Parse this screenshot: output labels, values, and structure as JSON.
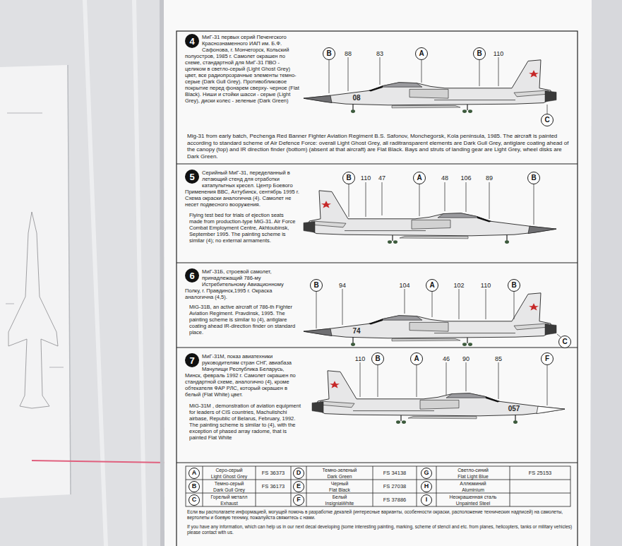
{
  "diagram": {
    "nodes": [
      {
        "text": [
          "4"
        ]
      },
      {
        "text": [
          "B"
        ]
      },
      {
        "text": [
          "A"
        ]
      },
      {
        "text": [
          "B"
        ]
      },
      {
        "text": [
          "C"
        ]
      },
      {
        "text": [
          "5"
        ]
      },
      {
        "text": [
          "B"
        ]
      },
      {
        "text": [
          "A"
        ]
      },
      {
        "text": [
          "B"
        ]
      },
      {
        "text": [
          "6"
        ]
      },
      {
        "text": [
          "B"
        ]
      },
      {
        "text": [
          "A"
        ]
      },
      {
        "text": [
          "B"
        ]
      },
      {
        "text": [
          "C"
        ]
      },
      {
        "text": [
          "7"
        ]
      },
      {
        "text": [
          "B"
        ]
      },
      {
        "text": [
          "A"
        ]
      },
      {
        "text": [
          "F"
        ]
      },
      {
        "text": [
          "A"
        ]
      },
      {
        "text": [
          "D"
        ]
      },
      {
        "text": [
          "G"
        ]
      },
      {
        "text": [
          "B"
        ]
      },
      {
        "text": [
          "E"
        ]
      },
      {
        "text": [
          "H"
        ]
      },
      {
        "text": [
          "C"
        ]
      },
      {
        "text": [
          "F"
        ]
      },
      {
        "text": [
          "I"
        ]
      }
    ],
    "labels": [
      "МиГ-31 первых серий Печенгского Краснознаменного ИАП им. Б.Ф. Сафонова, г. Мончегорск, Кольский полуостров, 1985 г. Самолет окрашен по схеме, стандартной для МиГ-31 ПВО - целиком в светло-серый (Light Ghost Grey) цвет, все радиопрозрачные элементы темно-серые (Dark Gull Grey). Противобликовое покрытие перед фонарем сверху- черное (Flat Black). Ниши и стойки шасси - серые (Light Grey), диски колес - зеленые (Dark Green)",
      "88",
      "83",
      "110",
      "08",
      "Mig-31 from early batch, Pechenga Red Banner Fighter Aviation Regiment B.S. Safonov, Monchegorsk, Kola peninsula, 1985. The aircraft is painted according to standard scheme of Air Defence Force: overall Light Ghost Grey, all raditransparent elements are Dark Gull Grey, antiglare coating ahead of the canopy (top) and IR direction finder (bottom) (absent at that aircraft) are Flat Black. Bays and struts of landing gear are Light Grey, wheel disks are Dark Green.",
      "Серийный МиГ-31, переделанный в летающий стенд для отработки катапультных кресел. Центр Боевого Применения ВВС, Ахтубинск, сентябрь 1995 г. Схема окраски аналогична (4). Самолет не несет подвесного вооружения.",
      "110",
      "47",
      "48",
      "106",
      "89",
      "Flying test bed for trials of ejection seats made from production-type MiG-31. Air Force Combat Employment Centre, Akhtoubinsk, September 1995. The painting scheme is similar (4); no external armaments.",
      "МиГ-31Б, строевой самолет, принадлежащий 786-му Истребительному Авиационному Полку, г. Правдинск,1995 г. Окраска аналогична (4,5).",
      "94",
      "104",
      "102",
      "110",
      "74",
      "MiG-31B, an active aircraft of 786-th Fighter Aviation Regiment. Pravdinsk, 1995. The painting scheme is similar to (4), antiglare coating ahead IR-direction finder on standard place.",
      "МиГ-31М, показ авиатехники руководителям стран СНГ, авиабаза Мачулищи Республика Беларусь, Минск, февраль 1992 г. Самолет окрашен по стандартной схеме, аналогично (4), кроме обтекателя ФАР РЛС, который окрашен в белый (Flat White) цвет.",
      "110",
      "46",
      "90",
      "85",
      "057",
      "MiG-31M , demonstration of aviation equipment for leaders of CIS countries, Machulishchi airbase, Republic of Belarus, February, 1992. The painting scheme is similar to (4), with the exception of phased array radome, that is painted Flat White",
      "Серо-серый",
      "Light Ghost Grey",
      "FS 36373",
      "Темно-зеленый",
      "Dark Green",
      "FS 34138",
      "Светло-синий",
      "Flat Light Blue",
      "FS 25153",
      "Темно-серый",
      "Dark Gull Grey",
      "FS 36173",
      "Черный",
      "Flat Black",
      "FS 27038",
      "Аллюминий",
      "Aluminium",
      "Горелый металл",
      "Exhaust",
      "Белый",
      "InsigniaWhite",
      "FS 37886",
      "Неокрашенная сталь",
      "Unpainted Steel",
      "Если вы располагаете информацией, могущей помочь в разработке декалей (интересные варианты, особенности окраски, расположение технических надписей) на самолеты, вертолеты и боевую технику, пожалуйста свяжитесь с нами.",
      "If you have any information, which can help us in our next decal developing (some interesting painting, marking, scheme of stencil and etc. from planes, helicopters, tanks or military vehicles) please contact with us."
    ]
  }
}
